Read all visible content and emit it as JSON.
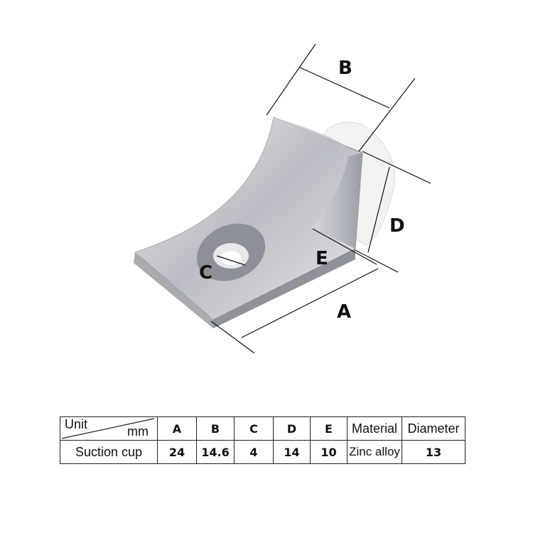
{
  "diagram_labels": {
    "a": "A",
    "b": "B",
    "c": "C",
    "d": "D",
    "e": "E"
  },
  "table": {
    "unit_label": "Unit",
    "unit_value": "mm",
    "headers": [
      "A",
      "B",
      "C",
      "D",
      "E",
      "Material",
      "Diameter"
    ],
    "row_label": "Suction cup",
    "values": [
      "24",
      "14.6",
      "4",
      "14",
      "10",
      "Zinc alloy",
      "13"
    ]
  }
}
